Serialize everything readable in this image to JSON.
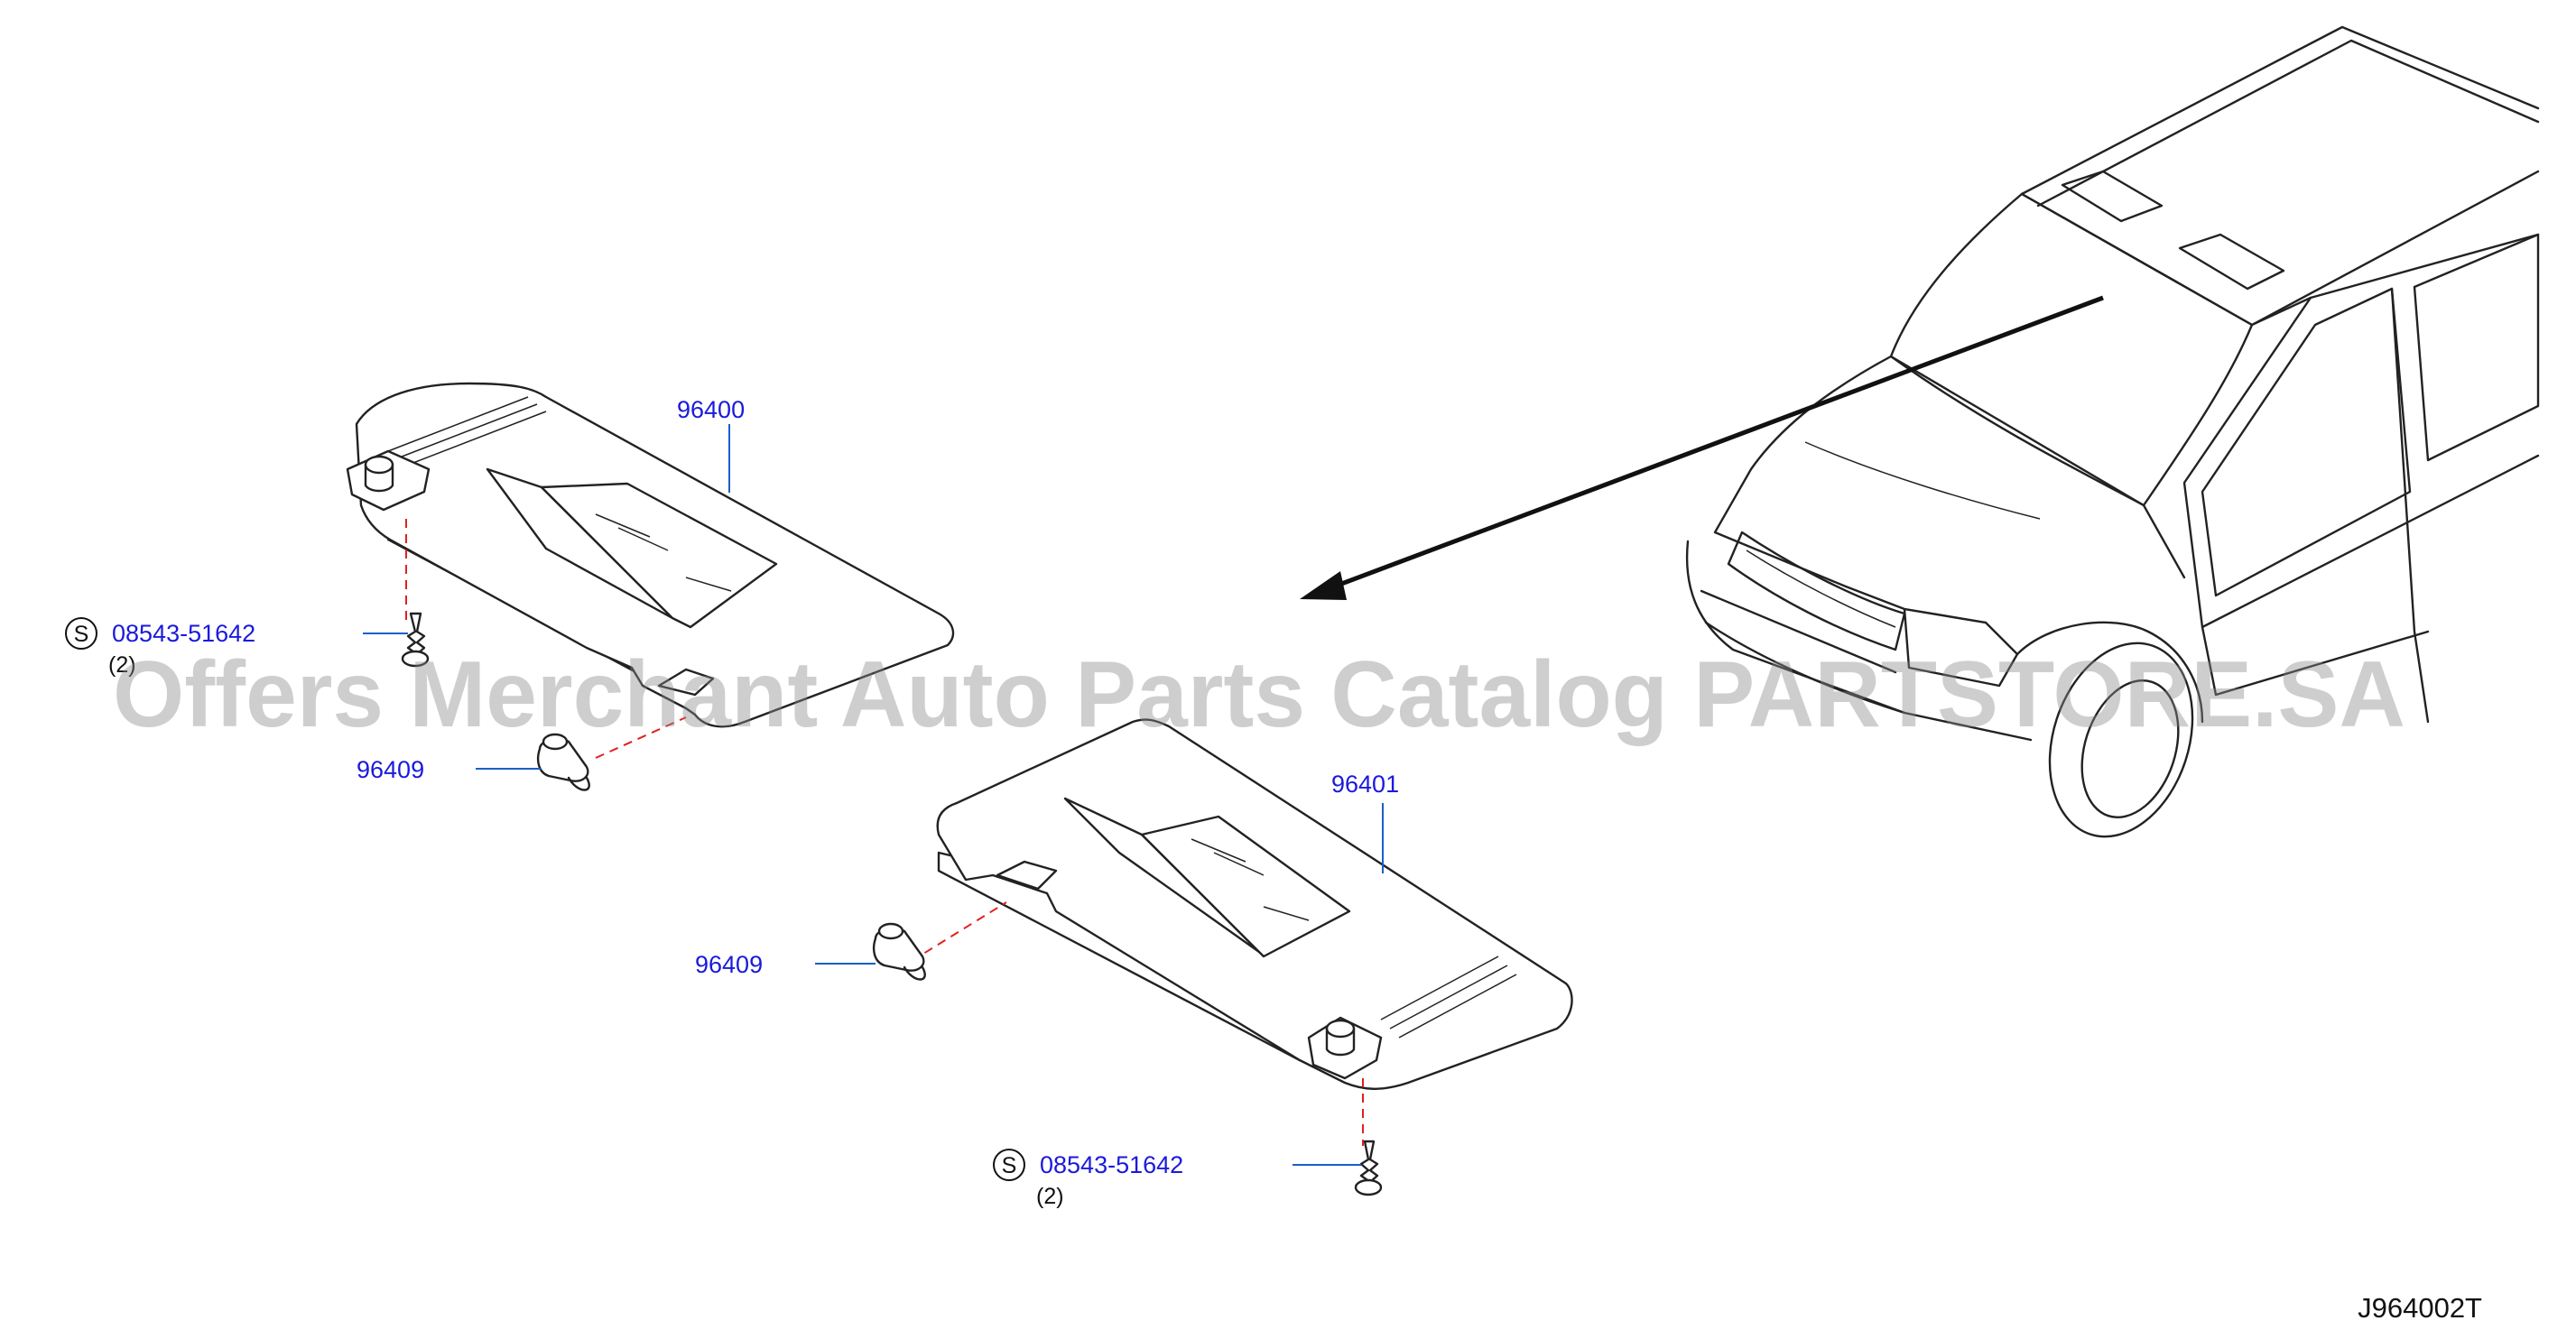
{
  "diagram_code": "J964002T",
  "watermark": "Offers Merchant Auto Parts Catalog PARTSTORE.SA",
  "parts": {
    "visor_upper": {
      "number": "96400"
    },
    "visor_lower": {
      "number": "96401"
    },
    "holder_upper": {
      "number": "96409"
    },
    "holder_lower": {
      "number": "96409"
    },
    "screw_upper": {
      "symbol": "S",
      "number": "08543-51642",
      "qty": "(2)"
    },
    "screw_lower": {
      "symbol": "S",
      "number": "08543-51642",
      "qty": "(2)"
    }
  },
  "colors": {
    "label": "#1a1adc",
    "leader": "#1a5fc8",
    "dash": "#e02020",
    "line": "#222222"
  }
}
